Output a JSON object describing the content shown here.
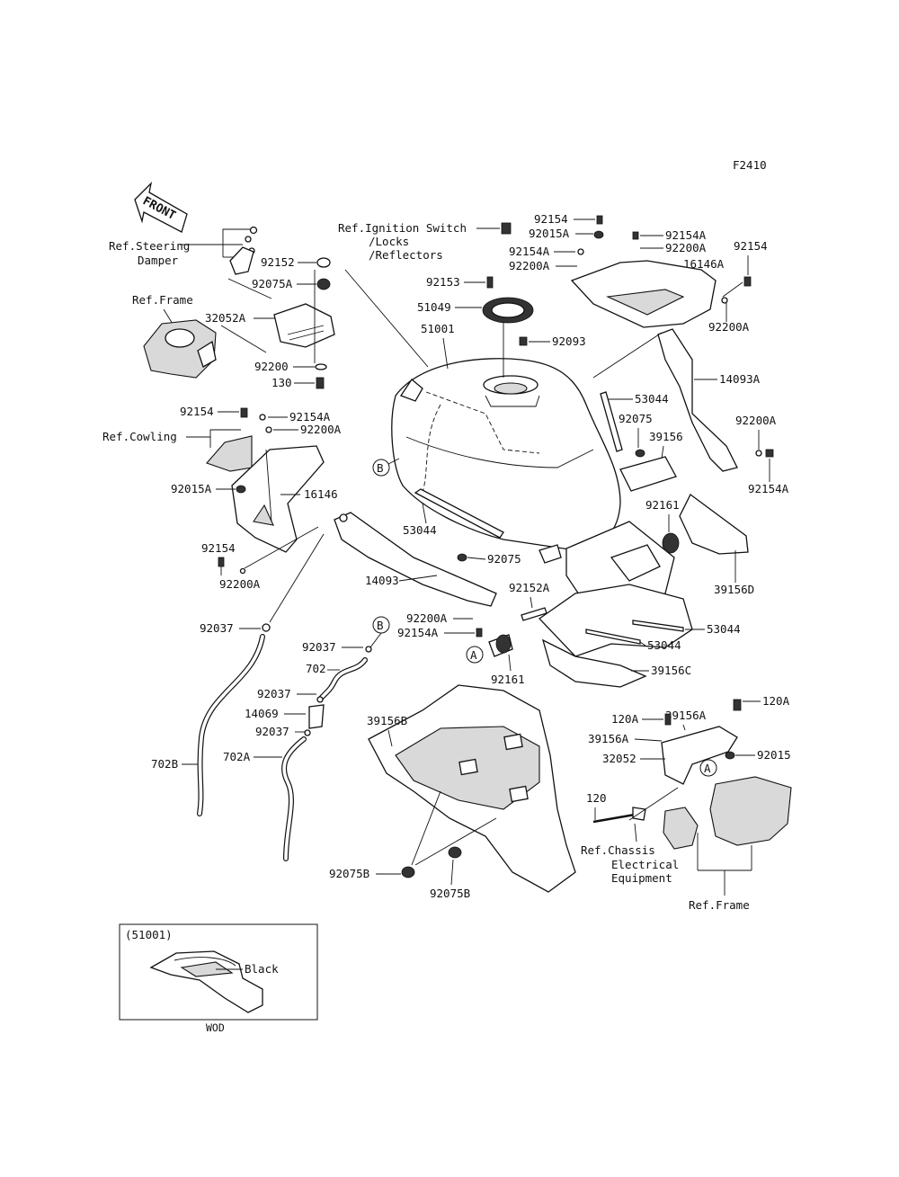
{
  "figure_code": "F2410",
  "front_arrow": "FRONT",
  "inset": {
    "part_no": "(51001)",
    "label": "Black",
    "caption": "WOD"
  },
  "callout_A": "A",
  "callout_B": "B",
  "refs": {
    "steering_1": "Ref.Steering",
    "steering_2": "Damper",
    "frame_top": "Ref.Frame",
    "cowling": "Ref.Cowling",
    "ignition_1": "Ref.Ignition Switch",
    "ignition_2": "/Locks",
    "ignition_3": "/Reflectors",
    "chassis_1": "Ref.Chassis",
    "chassis_2": "Electrical",
    "chassis_3": "Equipment",
    "frame_bottom": "Ref.Frame"
  },
  "labels": {
    "p92152": "92152",
    "p92075A": "92075A",
    "p32052A": "32052A",
    "p92200": "92200",
    "p130": "130",
    "p92154_L": "92154",
    "p92154A_L": "92154A",
    "p92200A_L": "92200A",
    "p92015A_L": "92015A",
    "p16146": "16146",
    "p92154_L2": "92154",
    "p92200A_L2": "92200A",
    "p92037_a": "92037",
    "p92037_b": "92037",
    "p702": "702",
    "p92037_c": "92037",
    "p14069": "14069",
    "p92037_d": "92037",
    "p702A": "702A",
    "p702B": "702B",
    "p92153": "92153",
    "p51049": "51049",
    "p92093": "92093",
    "p51001": "51001",
    "p53044_a": "53044",
    "p92075": "92075",
    "p14093": "14093",
    "p92154_T": "92154",
    "p92015A_T": "92015A",
    "p92154A_T": "92154A",
    "p92200A_T": "92200A",
    "p92154A_T2": "92154A",
    "p92200A_T2": "92200A",
    "p16146A": "16146A",
    "p92154_R": "92154",
    "p92200A_R": "92200A",
    "p14093A": "14093A",
    "p53044_b": "53044",
    "p92075_R": "92075",
    "p39156": "39156",
    "p92200A_R2": "92200A",
    "p92154A_R2": "92154A",
    "p92161_a": "92161",
    "p39156D": "39156D",
    "p92152A": "92152A",
    "p92200A_C": "92200A",
    "p92154A_C": "92154A",
    "p92161_b": "92161",
    "p53044_c": "53044",
    "p53044_d": "53044",
    "p39156C": "39156C",
    "p39156B": "39156B",
    "p92075B_a": "92075B",
    "p92075B_b": "92075B",
    "p39156A": "39156A",
    "p120A_a": "120A",
    "p120A_b": "120A",
    "p39156A_b": "39156A",
    "p32052": "32052",
    "p92015": "92015",
    "p120": "120"
  }
}
